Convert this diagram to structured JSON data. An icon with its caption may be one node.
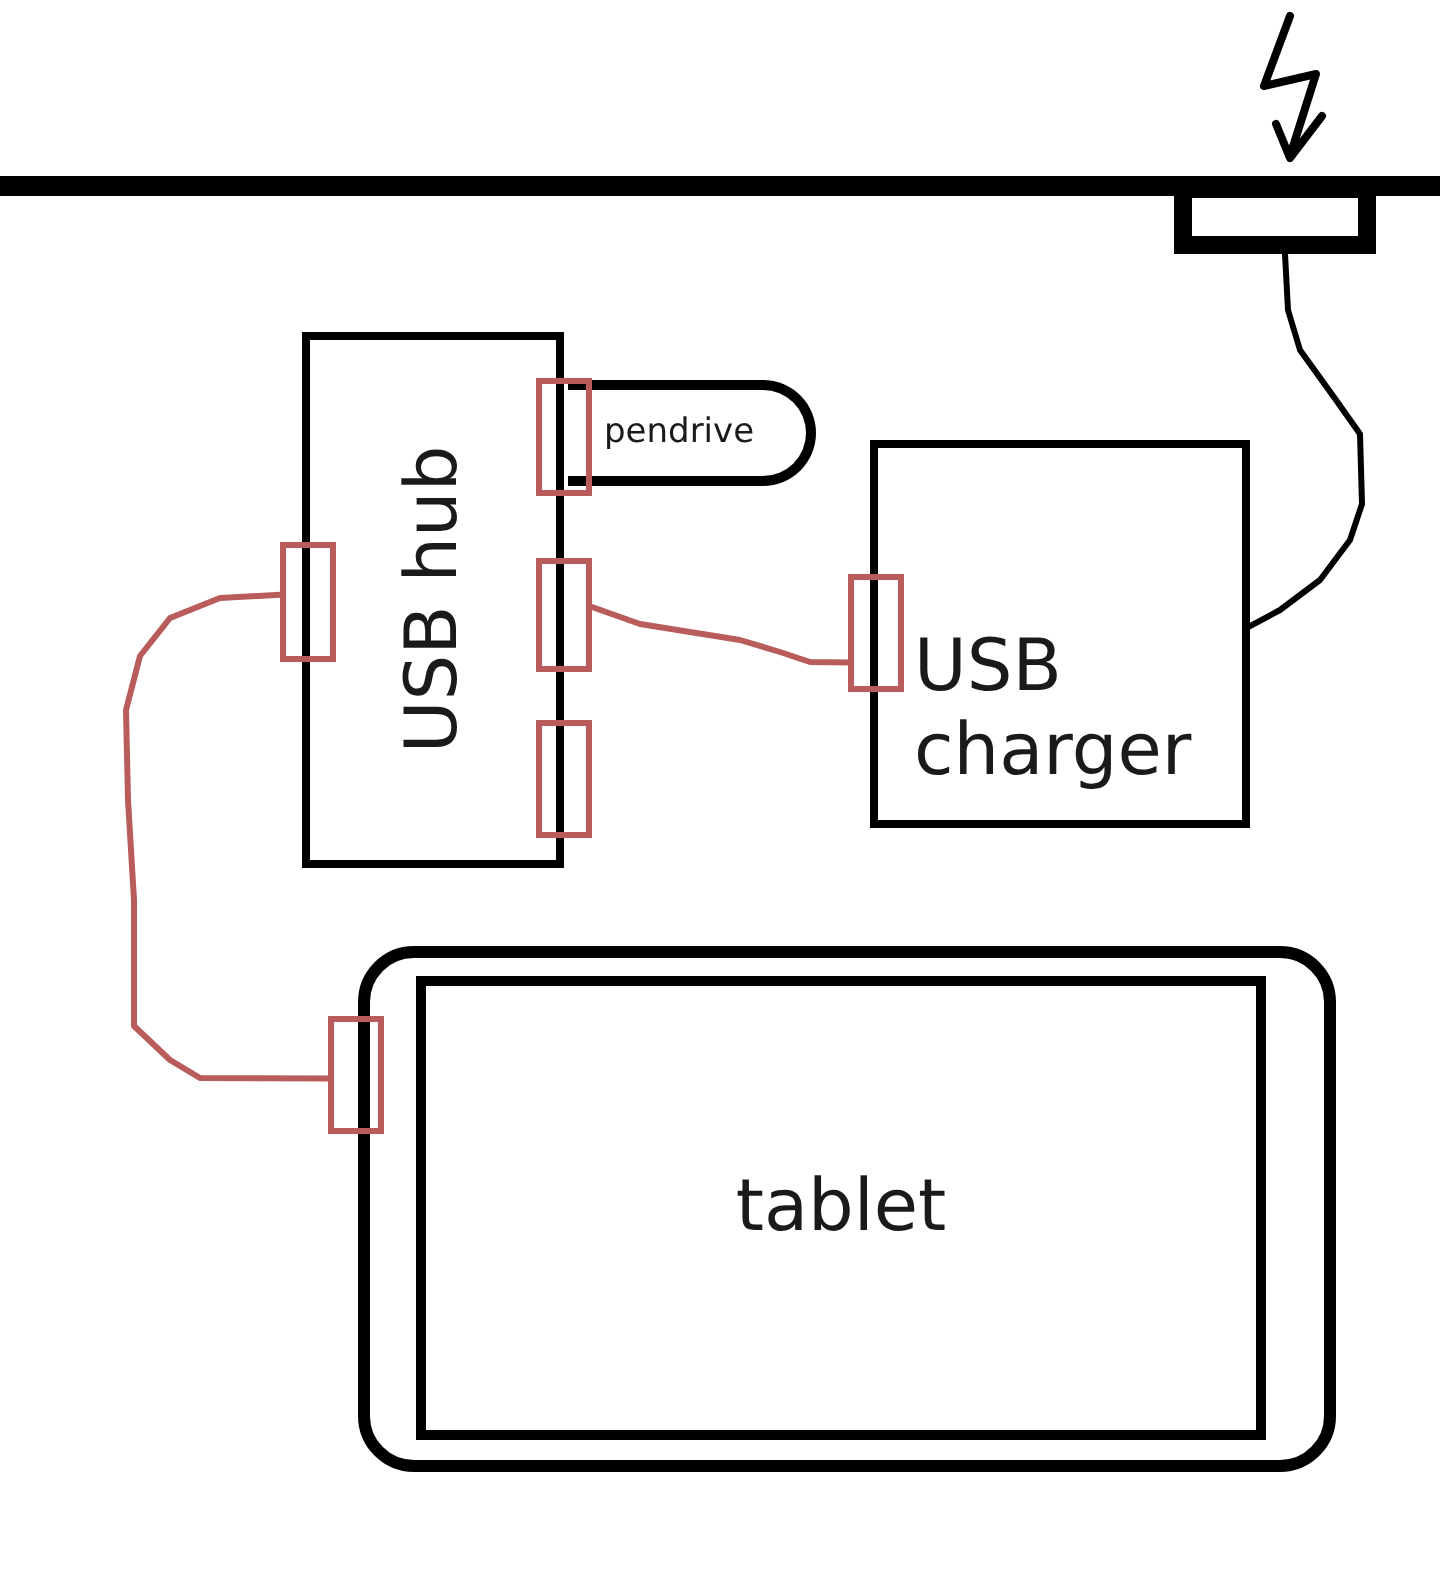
{
  "diagram": {
    "nodes": [
      {
        "text": [],
        "shape": "box"
      },
      {
        "text": [
          "USB hub"
        ]
      },
      {
        "text": [],
        "shape": "box"
      },
      {
        "text": [
          "pendrive"
        ]
      },
      {
        "text": [
          "USB charger"
        ]
      },
      {
        "text": [],
        "shape": "box"
      },
      {
        "text": [],
        "shape": "box"
      },
      {
        "text": [],
        "shape": "box"
      },
      {
        "text": [],
        "shape": "box"
      },
      {
        "text": [
          "tablet"
        ]
      },
      {
        "text": [],
        "shape": "box"
      }
    ],
    "edges": [
      {
        "from": 0,
        "to": 4,
        "arrow": "none",
        "color": "#000000"
      },
      {
        "from": 6,
        "to": 7,
        "arrow": "none"
      },
      {
        "from": 5,
        "to": 10,
        "arrow": "none"
      }
    ]
  }
}
